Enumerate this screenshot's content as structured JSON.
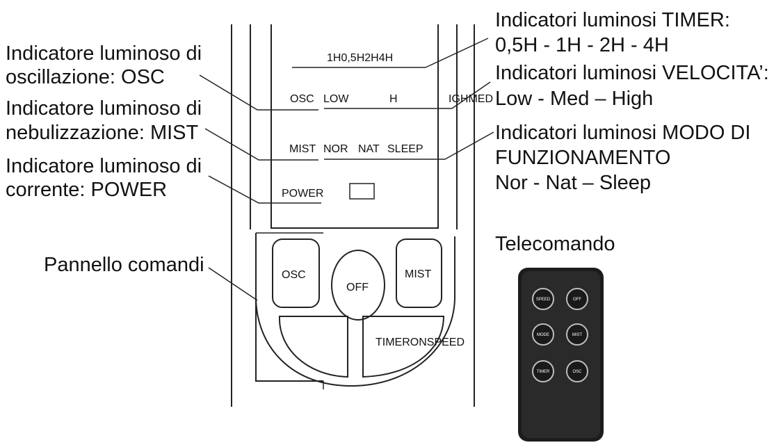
{
  "panel": {
    "timer_indicators": "1H0,5H2H4H",
    "osc_label": "OSC",
    "low_label": "LOW",
    "h_label": "H",
    "ighmed_label": "IGHMED",
    "mist_label": "MIST",
    "nor_label": "NOR",
    "nat_label": "NAT",
    "sleep_label": "SLEEP",
    "power_label": "POWER",
    "osc_button": "OSC",
    "off_button": "OFF",
    "mist_button": "MIST",
    "timer_speed_button": "TIMERONSPEED"
  },
  "annotations": {
    "oscillation_line1": "Indicatore luminoso di",
    "oscillation_line2": "oscillazione: OSC",
    "mist_line1": "Indicatore luminoso di",
    "mist_line2": "nebulizzazione: MIST",
    "power_line1": "Indicatore luminoso di",
    "power_line2": "corrente: POWER",
    "control_panel": "Pannello comandi",
    "timer_line1": "Indicatori luminosi TIMER:",
    "timer_line2": "0,5H - 1H - 2H - 4H",
    "speed_line1": "Indicatori luminosi VELOCITA’:",
    "speed_line2": "Low - Med – High",
    "mode_line1": "Indicatori luminosi MODO DI",
    "mode_line2": "FUNZIONAMENTO",
    "mode_line3": "Nor - Nat – Sleep",
    "remote_title": "Telecomando"
  },
  "remote": {
    "buttons": [
      "SPEED",
      "OFF",
      "MODE",
      "MIST",
      "TIMER",
      "OSC"
    ]
  }
}
